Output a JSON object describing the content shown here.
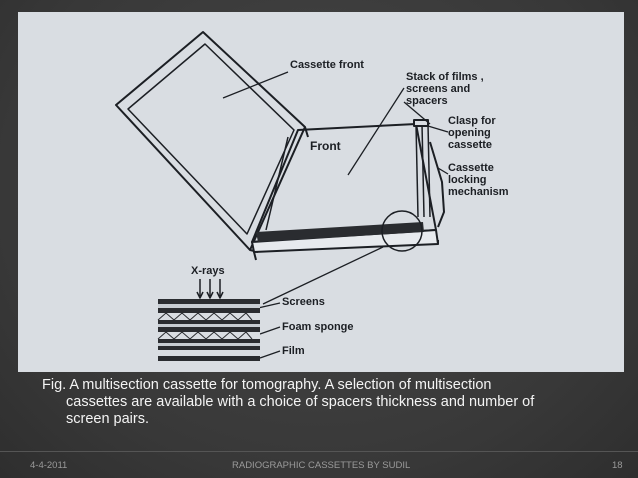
{
  "figure": {
    "labels": {
      "cassette_front": "Cassette front",
      "stack_line1": "Stack of films ,",
      "stack_line2": "screens and",
      "stack_line3": "spacers",
      "front": "Front",
      "clasp_line1": "Clasp for",
      "clasp_line2": "opening",
      "clasp_line3": "cassette",
      "lock_line1": "Cassette",
      "lock_line2": "locking",
      "lock_line3": "mechanism",
      "xrays": "X-rays",
      "screens": "Screens",
      "foam": "Foam sponge",
      "film": "Film"
    }
  },
  "caption": {
    "line1": "Fig. A multisection cassette for tomography. A selection of multisection",
    "line2": "cassettes are available with a choice of spacers thickness and number of",
    "line3": "screen pairs."
  },
  "footer": {
    "date": "4-4-2011",
    "title": "RADIOGRAPHIC CASSETTES BY SUDIL",
    "page": "18"
  },
  "colors": {
    "background": "#3b3b3b",
    "scan": "#d9dde2",
    "ink": "#1c1f24",
    "caption": "#f4f4f4",
    "footer": "#9a9a9a"
  }
}
